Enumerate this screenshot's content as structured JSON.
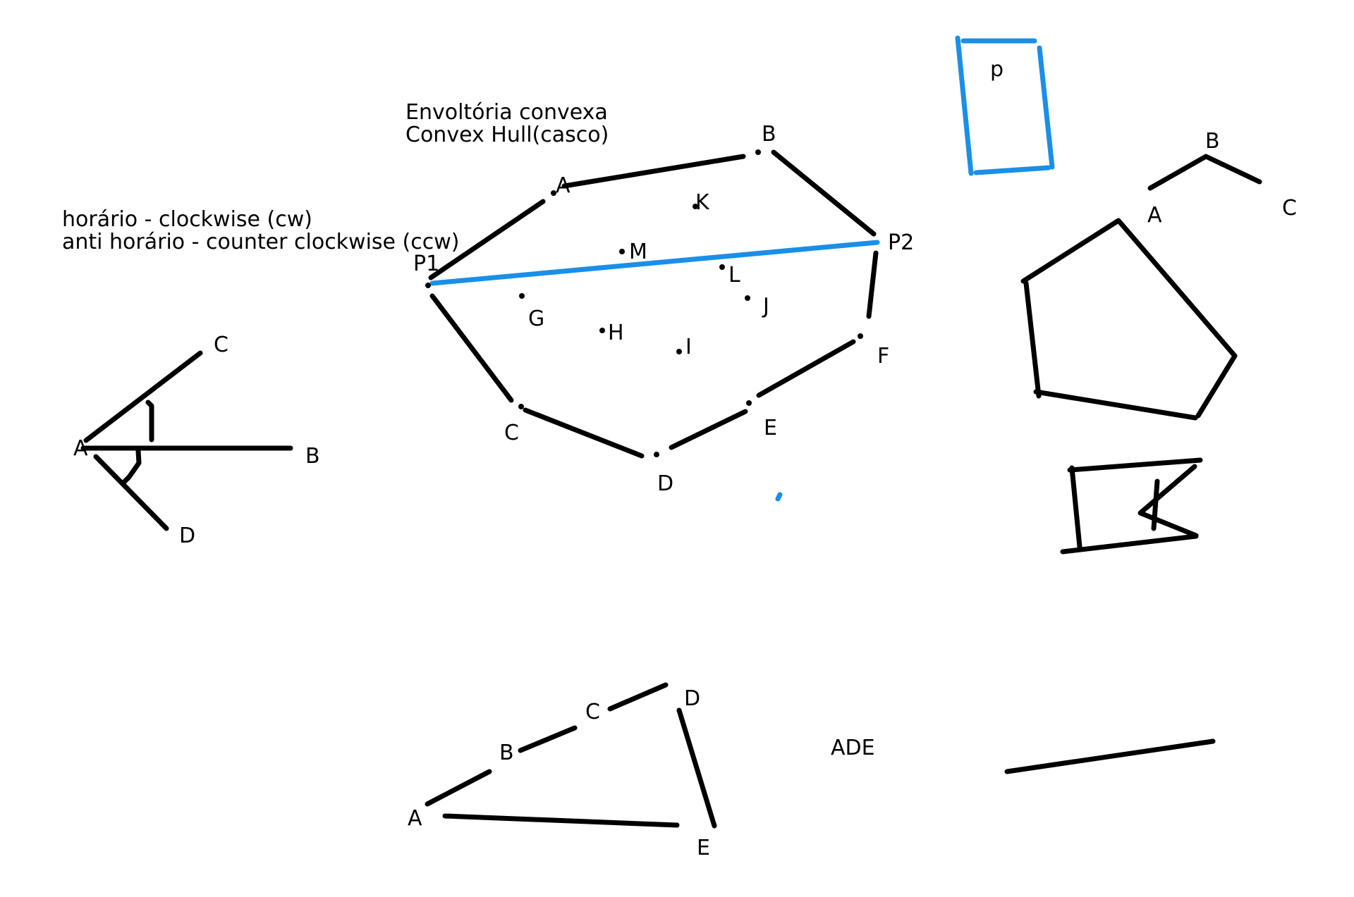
{
  "colors": {
    "ink": "#000000",
    "highlight": "#1a8fe8",
    "background": "#ffffff"
  },
  "notes": {
    "title_line1": "Envoltória convexa",
    "title_line2": "Convex Hull(casco)",
    "cw_line": "horário - clockwise (cw)",
    "ccw_line": "anti horário - counter clockwise (ccw)",
    "ade": "ADE"
  },
  "hull_labels": {
    "a": "A",
    "b": "B",
    "c": "C",
    "d": "D",
    "e": "E",
    "f": "F",
    "g": "G",
    "h": "H",
    "i": "I",
    "j": "J",
    "k": "K",
    "l": "L",
    "m": "M",
    "p1": "P1",
    "p2": "P2"
  },
  "angle_labels": {
    "a": "A",
    "b": "B",
    "c": "C",
    "d": "D"
  },
  "right_labels": {
    "a": "A",
    "b": "B",
    "c": "C"
  },
  "rect_label": "p",
  "triangle_labels": {
    "a": "A",
    "b": "B",
    "c": "C",
    "d": "D",
    "e": "E"
  }
}
